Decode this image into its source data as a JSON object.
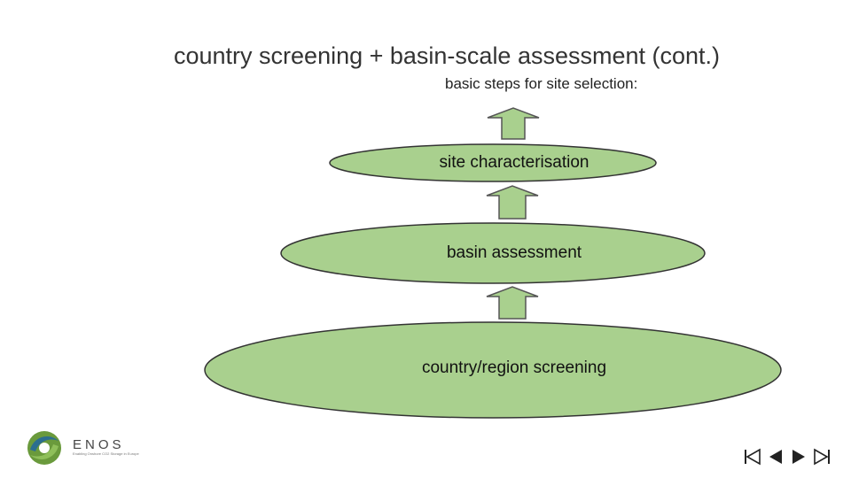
{
  "slide": {
    "title": "country screening + basin-scale assessment (cont.)",
    "subtitle": "basic steps for site selection:"
  },
  "stages": [
    {
      "label": "site characterisation"
    },
    {
      "label": "basin assessment"
    },
    {
      "label": "country/region screening"
    }
  ],
  "colors": {
    "ellipse_fill": "#a9d08e",
    "ellipse_stroke": "#333333",
    "arrow_fill": "#a9d08e",
    "arrow_stroke": "#555555"
  },
  "logo": {
    "name": "ENOS",
    "tagline": "Enabling Onshore CO2 Storage in Europe"
  },
  "navigation": {
    "icons": [
      "first-slide-icon",
      "previous-slide-icon",
      "next-slide-icon",
      "last-slide-icon"
    ]
  }
}
